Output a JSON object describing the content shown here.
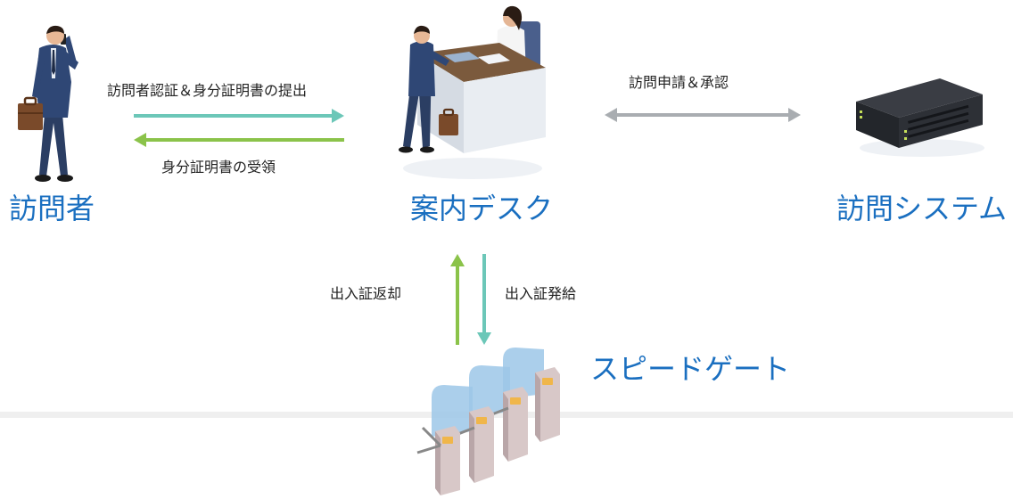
{
  "nodes": {
    "visitor": "訪問者",
    "reception_desk": "案内デスク",
    "visit_system": "訪問システム",
    "speed_gate": "スピードゲート"
  },
  "edges": {
    "visitor_to_desk": "訪問者認証＆身分証明書の提出",
    "desk_to_visitor": "身分証明書の受領",
    "desk_system": "訪問申請＆承認",
    "gate_to_desk": "出入証返却",
    "desk_to_gate": "出入証発給"
  },
  "colors": {
    "label_blue": "#1a6fc0",
    "arrow_teal": "#6cc7b8",
    "arrow_green": "#8bc34a",
    "arrow_gray": "#a9adb1"
  }
}
